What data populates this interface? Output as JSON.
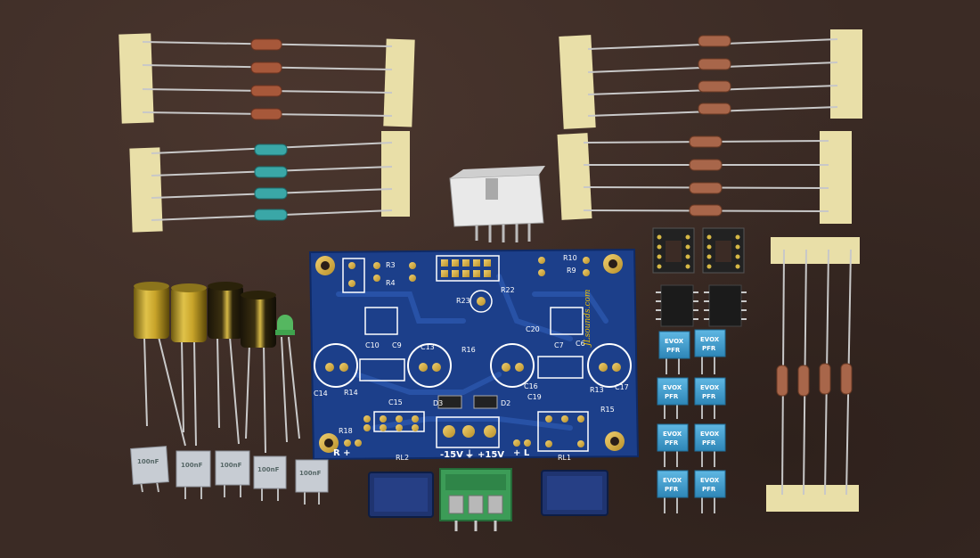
{
  "pcb": {
    "brand": "JLsounds.com",
    "labels": {
      "r3": "R3",
      "r4": "R4",
      "r10": "R10",
      "r9": "R9",
      "r22": "R22",
      "r23": "R23",
      "r16": "R16",
      "r14": "R14",
      "r13": "R13",
      "r15": "R15",
      "r18": "R18",
      "c13": "C13",
      "c14": "C14",
      "c17": "C17",
      "c9": "C9",
      "c10": "C10",
      "c7": "C7",
      "c6": "C6",
      "c20": "C20",
      "c16": "C16",
      "c19": "C19",
      "c15": "C15",
      "d3": "D3",
      "d2": "D2",
      "rl1": "RL1",
      "rl2": "RL2",
      "r_plus": "R +",
      "l_plus": "+ L",
      "neg15v": "-15V",
      "gnd": "⏚",
      "pos15v": "+15V"
    }
  },
  "capacitors": {
    "film_label": "100nF",
    "evox_brand": "EVOX",
    "evox_series": "PFR"
  }
}
